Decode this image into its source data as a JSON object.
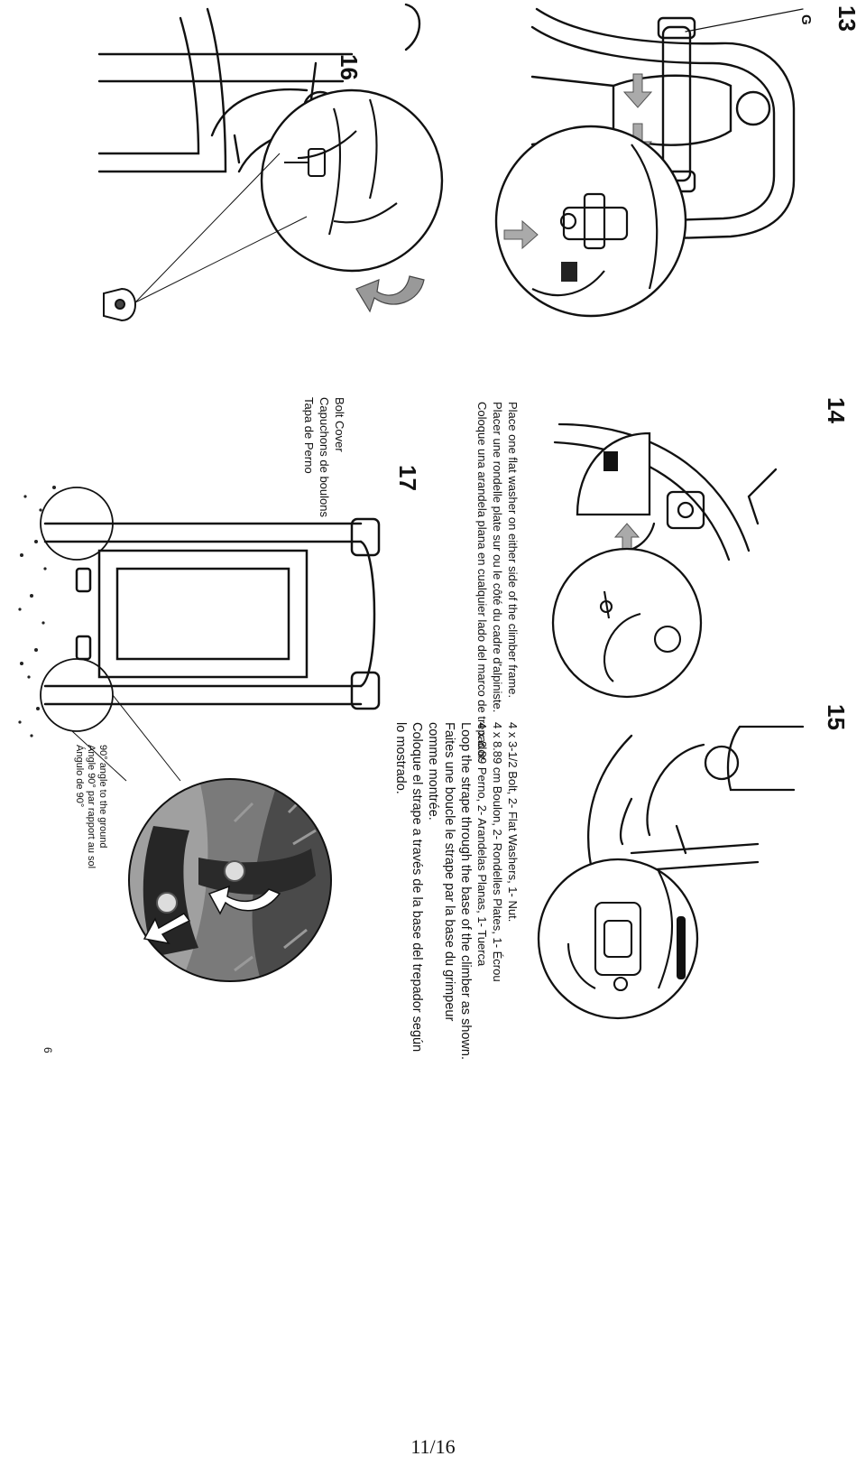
{
  "steps": {
    "s13": {
      "number": "13",
      "label": "G"
    },
    "s14": {
      "number": "14",
      "lines": [
        "Place one flat washer on either side of the climber frame.",
        "Placer une rondelle plate sur ou le côté du cadre d'alpiniste.",
        "Coloque una arandela plana en cualquier lado del marco de trepador."
      ]
    },
    "s15": {
      "number": "15",
      "lines": [
        "4 x 3-1/2 Bolt, 2- Flat Washers, 1- Nut.",
        "4 x 8.89 cm Boulon, 2- Rondelles Plates, 1- Écrou",
        "4 x 8.89 Perno, 2- Arandelas Planas, 1- Tuerca"
      ]
    },
    "s16": {
      "number": "16",
      "part_lines": [
        "Bolt Cover",
        "Capuchons de boulons",
        "Tapa de Perno"
      ]
    },
    "s17": {
      "number": "17",
      "angle_lines": [
        "90° angle to the ground",
        "Angle 90° par rapport au sol",
        "Ángulo de 90°"
      ],
      "loop_lines": [
        "Loop the strape through the base of the climber as shown.",
        "Faites une boucle le strape par la base du grimpeur",
        "comme montrée.",
        "Coloque el strape a través de la base del trepador según",
        "lo mostrado."
      ]
    }
  },
  "page_corner_number": "6",
  "footer": {
    "page": "11/16"
  }
}
